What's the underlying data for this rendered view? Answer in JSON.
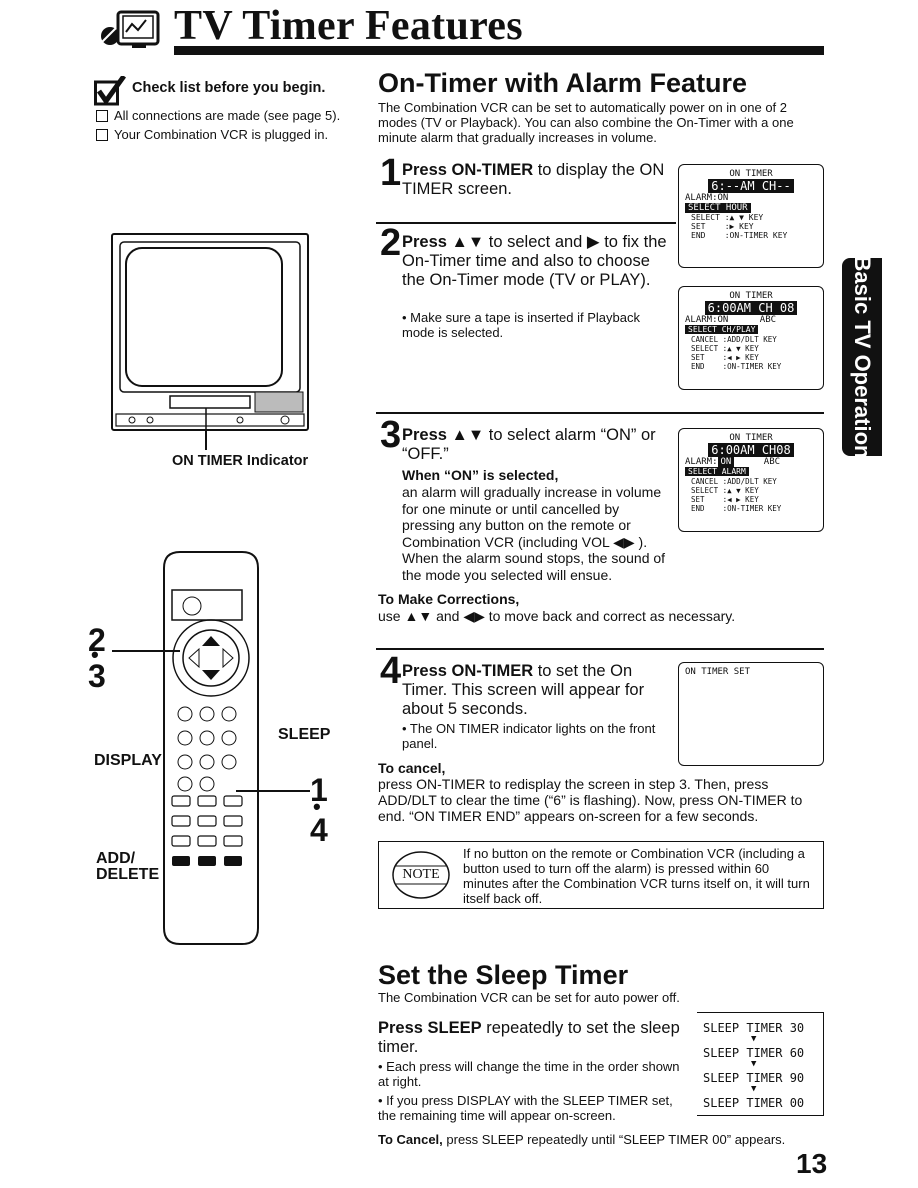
{
  "header": {
    "title": "TV Timer Features",
    "page_number": "13"
  },
  "side_tab": "Basic TV Operation",
  "checklist": {
    "heading": "Check list before you begin.",
    "items": [
      "All connections are made (see page 5).",
      "Your Combination VCR is plugged in."
    ]
  },
  "tv": {
    "indicator_label": "ON TIMER Indicator"
  },
  "remote": {
    "labels": {
      "sleep": "SLEEP",
      "display": "DISPLAY",
      "add_delete_1": "ADD/",
      "add_delete_2": "DELETE"
    },
    "callouts": {
      "left_top": "2",
      "left_dot": "•",
      "left_bottom": "3",
      "right_top": "1",
      "right_dot": "•",
      "right_bottom": "4"
    }
  },
  "on_timer": {
    "heading": "On-Timer with Alarm Feature",
    "intro": "The Combination VCR can be set to automatically power on in one of 2 modes (TV or Playback). You can also combine the On-Timer with a one minute alarm that gradually increases in volume.",
    "step1": {
      "num": "1",
      "bold": "Press ON-TIMER",
      "text": " to display the ON TIMER screen."
    },
    "step2": {
      "num": "2",
      "bold": "Press ▲▼",
      "text": " to select and ▶ to fix the On-Timer time and also to choose the On-Timer mode (TV or PLAY).",
      "bullet": "• Make sure a tape is inserted if Playback mode is selected."
    },
    "step3": {
      "num": "3",
      "bold": "Press ▲▼",
      "text": " to select alarm “ON” or “OFF.”",
      "sub_bold": "When “ON” is selected,",
      "sub_text": "an alarm will gradually increase in volume for one minute or until cancelled by pressing any button on the remote or Combination VCR (including VOL ◀▶ ). When the alarm sound stops, the sound of the mode you selected will ensue."
    },
    "corrections": {
      "heading": "To Make Corrections,",
      "text": "use ▲▼ and ◀▶ to move back and correct as necessary."
    },
    "step4": {
      "num": "4",
      "bold": "Press ON-TIMER",
      "text": " to set the On Timer. This screen will appear for about 5 seconds.",
      "bullet": "• The ON TIMER indicator lights on the front panel."
    },
    "cancel": {
      "heading": "To cancel,",
      "text": "press ON-TIMER to redisplay the screen in step 3. Then, press ADD/DLT to clear the time (“6” is flashing). Now, press ON-TIMER to end. “ON TIMER END” appears on-screen for a few seconds."
    },
    "note": {
      "badge": "NOTE",
      "text": "If no button on the remote or Combination VCR (including a button used to turn off the alarm) is pressed within 60 minutes after the Combination VCR turns itself on, it will turn itself back off."
    }
  },
  "screens": {
    "s1": {
      "title": "ON TIMER",
      "time": "6:--AM CH--",
      "alarm": "ALARM:ON",
      "select": "SELECT HOUR",
      "k1": "SELECT :▲ ▼ KEY",
      "k2": "SET    :▶ KEY",
      "k3": "END    :ON-TIMER KEY"
    },
    "s2": {
      "title": "ON TIMER",
      "time": "6:00AM CH 08",
      "alarm": "ALARM:ON",
      "abc": "ABC",
      "select": "SELECT CH/PLAY",
      "k0": "CANCEL :ADD/DLT KEY",
      "k1": "SELECT :▲ ▼ KEY",
      "k2": "SET    :◀ ▶ KEY",
      "k3": "END    :ON-TIMER KEY"
    },
    "s3": {
      "title": "ON TIMER",
      "alarm_label": "ALARM:",
      "alarm_val": "ON",
      "abc": "ABC",
      "time": "6:00AM CH08",
      "select": "SELECT ALARM",
      "k0": "CANCEL :ADD/DLT KEY",
      "k1": "SELECT :▲ ▼ KEY",
      "k2": "SET    :◀ ▶ KEY",
      "k3": "END    :ON-TIMER KEY"
    },
    "s4": {
      "title": "ON TIMER SET"
    }
  },
  "sleep": {
    "heading": "Set the Sleep Timer",
    "intro": "The Combination VCR can be set for auto power off.",
    "bold": "Press SLEEP",
    "text": " repeatedly to set the sleep timer.",
    "bullet1": "• Each press will change the time in the order shown at right.",
    "bullet2": "• If you press DISPLAY with the SLEEP TIMER set, the remaining time will appear on-screen.",
    "cancel_bold": "To Cancel,",
    "cancel_text": " press SLEEP repeatedly until “SLEEP TIMER 00” appears.",
    "sequence": [
      "SLEEP TIMER 30",
      "SLEEP TIMER 60",
      "SLEEP TIMER 90",
      "SLEEP TIMER 00"
    ]
  }
}
